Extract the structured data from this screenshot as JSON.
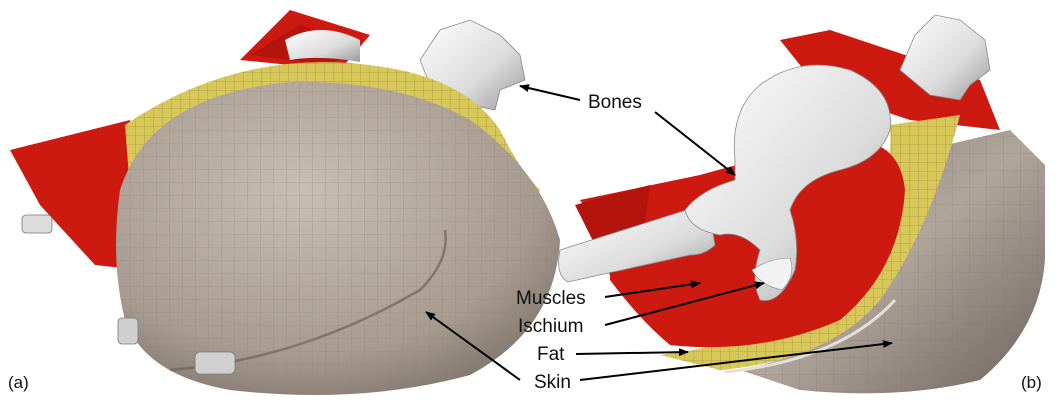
{
  "panels": [
    {
      "id": "a",
      "label": "(a)"
    },
    {
      "id": "b",
      "label": "(b)"
    }
  ],
  "annotations": {
    "bones": "Bones",
    "muscles": "Muscles",
    "ischium": "Ischium",
    "fat": "Fat",
    "skin": "Skin"
  },
  "colors": {
    "skin": "#b8aca2",
    "fat": "#d8c85a",
    "muscle": "#cc1a10",
    "bone": "#e6e6e6",
    "mesh_line": "#8c8278",
    "arrow": "#000000"
  }
}
